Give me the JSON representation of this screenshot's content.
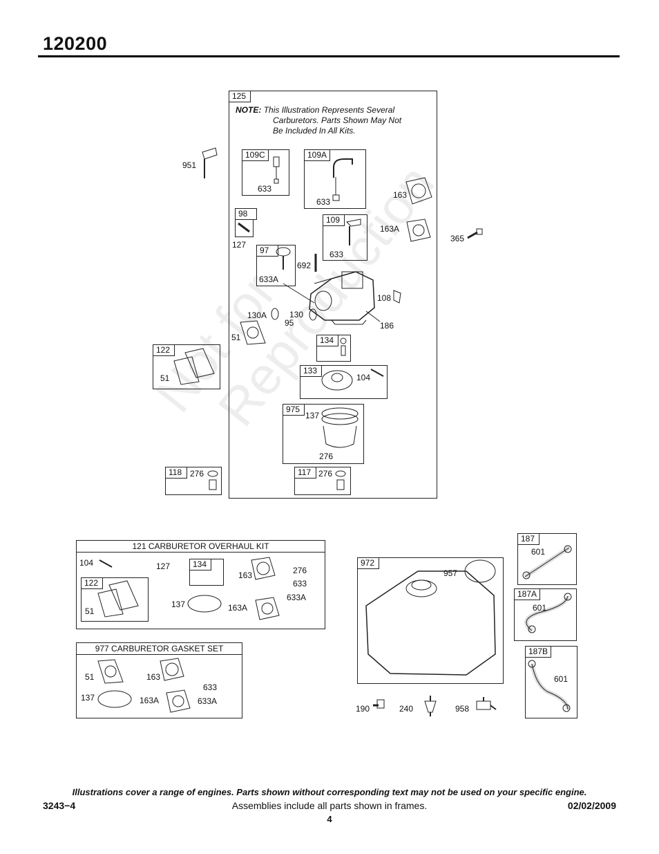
{
  "header": {
    "title": "120200"
  },
  "main_frame": {
    "tag": "125",
    "note_label": "NOTE:",
    "note_line1": "This Illustration Represents Several",
    "note_line2": "Carburetors. Parts Shown May Not",
    "note_line3": "Be Included In All Kits."
  },
  "watermark": {
    "line1": "Not for",
    "line2": "Reproduction"
  },
  "frames": {
    "f109c": {
      "tag": "109C",
      "part": "633"
    },
    "f109a": {
      "tag": "109A",
      "part": "633"
    },
    "f98": {
      "tag": "98"
    },
    "f109": {
      "tag": "109",
      "part": "633"
    },
    "f97": {
      "tag": "97",
      "part": "633A"
    },
    "f134": {
      "tag": "134"
    },
    "f122": {
      "tag": "122",
      "part": "51"
    },
    "f133": {
      "tag": "133",
      "part": "104"
    },
    "f975": {
      "tag": "975",
      "part1": "137",
      "part2": "276"
    },
    "f118": {
      "tag": "118",
      "part": "276"
    },
    "f117": {
      "tag": "117",
      "part": "276"
    },
    "f972": {
      "tag": "972",
      "part": "957"
    },
    "f187": {
      "tag": "187",
      "part": "601"
    },
    "f187a": {
      "tag": "187A",
      "part": "601"
    },
    "f187b": {
      "tag": "187B",
      "part": "601"
    }
  },
  "loose_labels": {
    "l951": "951",
    "l163": "163",
    "l163a": "163A",
    "l365": "365",
    "l127": "127",
    "l692": "692",
    "l108": "108",
    "l186": "186",
    "l130a": "130A",
    "l130": "130",
    "l95": "95",
    "l51": "51",
    "l190": "190",
    "l240": "240",
    "l958": "958"
  },
  "overhaul_kit": {
    "title": "121 CARBURETOR OVERHAUL KIT",
    "p104": "104",
    "p127": "127",
    "tag134": "134",
    "p163": "163",
    "p276": "276",
    "p633": "633",
    "p633a": "633A",
    "tag122": "122",
    "p51": "51",
    "p137": "137",
    "p163a": "163A"
  },
  "gasket_set": {
    "title": "977 CARBURETOR GASKET SET",
    "p51": "51",
    "p163": "163",
    "p633": "633",
    "p137": "137",
    "p163a": "163A",
    "p633a": "633A"
  },
  "footer": {
    "note": "Illustrations cover a range of engines. Parts shown without corresponding text may not be used on your specific engine.",
    "code": "3243−4",
    "center": "Assemblies include all parts shown in frames.",
    "date": "02/02/2009",
    "page": "4"
  }
}
